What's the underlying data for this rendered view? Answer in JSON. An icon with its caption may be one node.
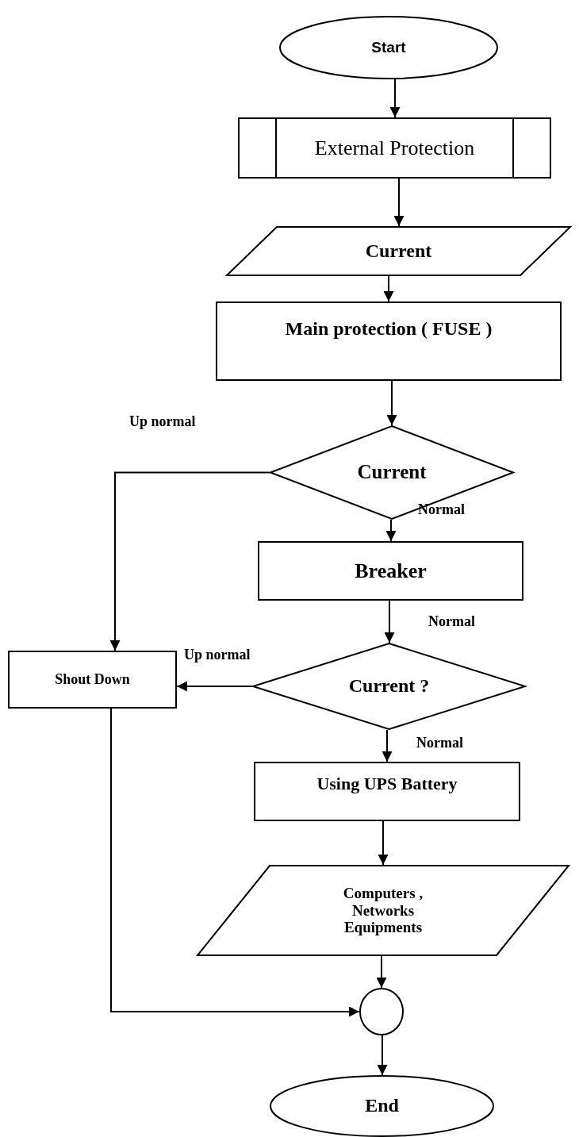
{
  "diagram": {
    "nodes": [
      {
        "text": [
          "Start"
        ]
      },
      {
        "text": [
          "External Protection"
        ]
      },
      {
        "text": [
          "Current"
        ]
      },
      {
        "text": [
          "Main protection (  FUSE )"
        ]
      },
      {
        "text": [
          "Current"
        ]
      },
      {
        "text": [
          "Breaker"
        ]
      },
      {
        "text": [
          "Current ?"
        ]
      },
      {
        "text": [
          "Shout Down"
        ]
      },
      {
        "text": [
          "Using UPS Battery"
        ]
      },
      {
        "text": [
          "Computers , Networks Equipments"
        ]
      },
      {
        "text": [],
        "shape": "circle"
      },
      {
        "text": [
          "End"
        ]
      }
    ],
    "edges": [
      {
        "from": 0,
        "to": 1,
        "arrow": "to"
      },
      {
        "from": 1,
        "to": 2,
        "arrow": "to"
      },
      {
        "from": 2,
        "to": 3,
        "arrow": "to"
      },
      {
        "from": 3,
        "to": 4,
        "arrow": "to"
      },
      {
        "from": 4,
        "to": 5,
        "arrow": "to",
        "label": "Normal"
      },
      {
        "from": 4,
        "to": 7,
        "arrow": "to",
        "label": "Up normal"
      },
      {
        "from": 5,
        "to": 6,
        "arrow": "to",
        "label": "Normal"
      },
      {
        "from": 6,
        "to": 7,
        "arrow": "to",
        "label": "Up normal"
      },
      {
        "from": 6,
        "to": 8,
        "arrow": "to",
        "label": "Normal"
      },
      {
        "from": 8,
        "to": 9,
        "arrow": "to"
      },
      {
        "from": 9,
        "to": 10,
        "arrow": "to"
      },
      {
        "from": 7,
        "to": 10,
        "arrow": "to"
      },
      {
        "from": 10,
        "to": 11,
        "arrow": "to"
      }
    ]
  }
}
